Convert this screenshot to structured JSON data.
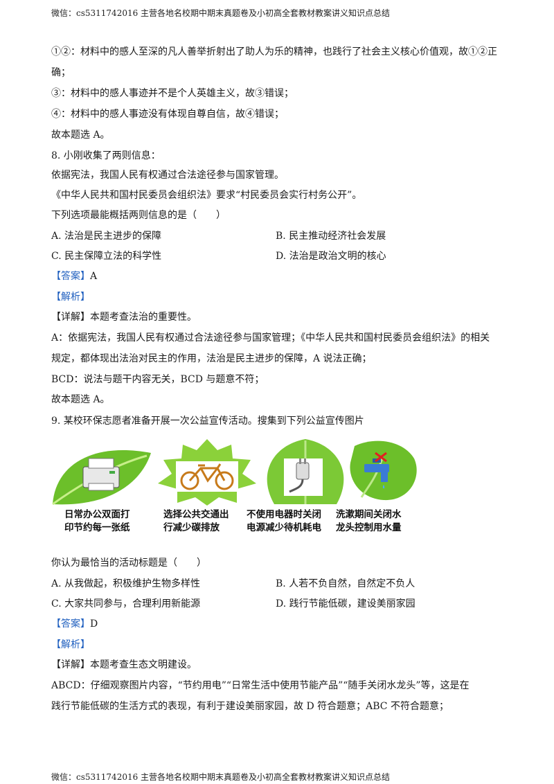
{
  "header": "微信：cs5311742016 主营各地名校期中期末真题卷及小初高全套教材教案讲义知识点总结",
  "footer": "微信：cs5311742016 主营各地名校期中期末真题卷及小初高全套教材教案讲义知识点总结",
  "lines": [
    "①②：材料中的感人至深的凡人善举折射出了助人为乐的精神，也践行了社会主义核心价值观，故①②正",
    "确；",
    "③：材料中的感人事迹并不是个人英雄主义，故③错误；",
    "④：材料中的感人事迹没有体现自尊自信，故④错误；",
    "故本题选 A。",
    "8. 小刚收集了两则信息：",
    "依据宪法，我国人民有权通过合法途径参与国家管理。",
    "《中华人民共和国村民委员会组织法》要求“村民委员会实行村务公开”。",
    "下列选项最能概括两则信息的是（　　）"
  ],
  "q8": {
    "options": [
      "A. 法治是民主进步的保障",
      "B. 民主推动经济社会发展",
      "C. 民主保障立法的科学性",
      "D. 法治是政治文明的核心"
    ],
    "answer_tag": "【答案】",
    "answer": "A",
    "analysis_tag": "【解析】",
    "detail": [
      "【详解】本题考查法治的重要性。",
      "A：依据宪法，我国人民有权通过合法途径参与国家管理；《中华人民共和国村民委员会组织法》的相关",
      "规定，都体现出法治对民主的作用，法治是民主进步的保障，A 说法正确；",
      "BCD：说法与题干内容无关，BCD 与题意不符；",
      "故本题选 A。"
    ]
  },
  "q9": {
    "stem": "9. 某校环保志愿者准备开展一次公益宣传活动。搜集到下列公益宣传图片",
    "captions": [
      [
        "日常办公双面打",
        "印节约每一张纸"
      ],
      [
        "选择公共交通出",
        "行减少碳排放"
      ],
      [
        "不使用电器时关闭",
        "电源减少待机耗电"
      ],
      [
        "洗漱期间关闭水",
        "龙头控制用水量"
      ]
    ],
    "question": "你认为最恰当的活动标题是（　　）",
    "options": [
      "A. 从我做起，积极维护生物多样性",
      "B. 人若不负自然，自然定不负人",
      "C. 大家共同参与，合理利用新能源",
      "D. 践行节能低碳，建设美丽家园"
    ],
    "answer_tag": "【答案】",
    "answer": "D",
    "analysis_tag": "【解析】",
    "detail": [
      "【详解】本题考查生态文明建设。",
      "ABCD：仔细观察图片内容，“节约用电”“日常生活中使用节能产品”“随手关闭水龙头”等，这是在",
      "践行节能低碳的生活方式的表现，有利于建设美丽家园，故 D 符合题意；ABC 不符合题意；"
    ]
  },
  "colors": {
    "accent": "#1f5fbf",
    "leaf_green": "#6cbf2a"
  }
}
